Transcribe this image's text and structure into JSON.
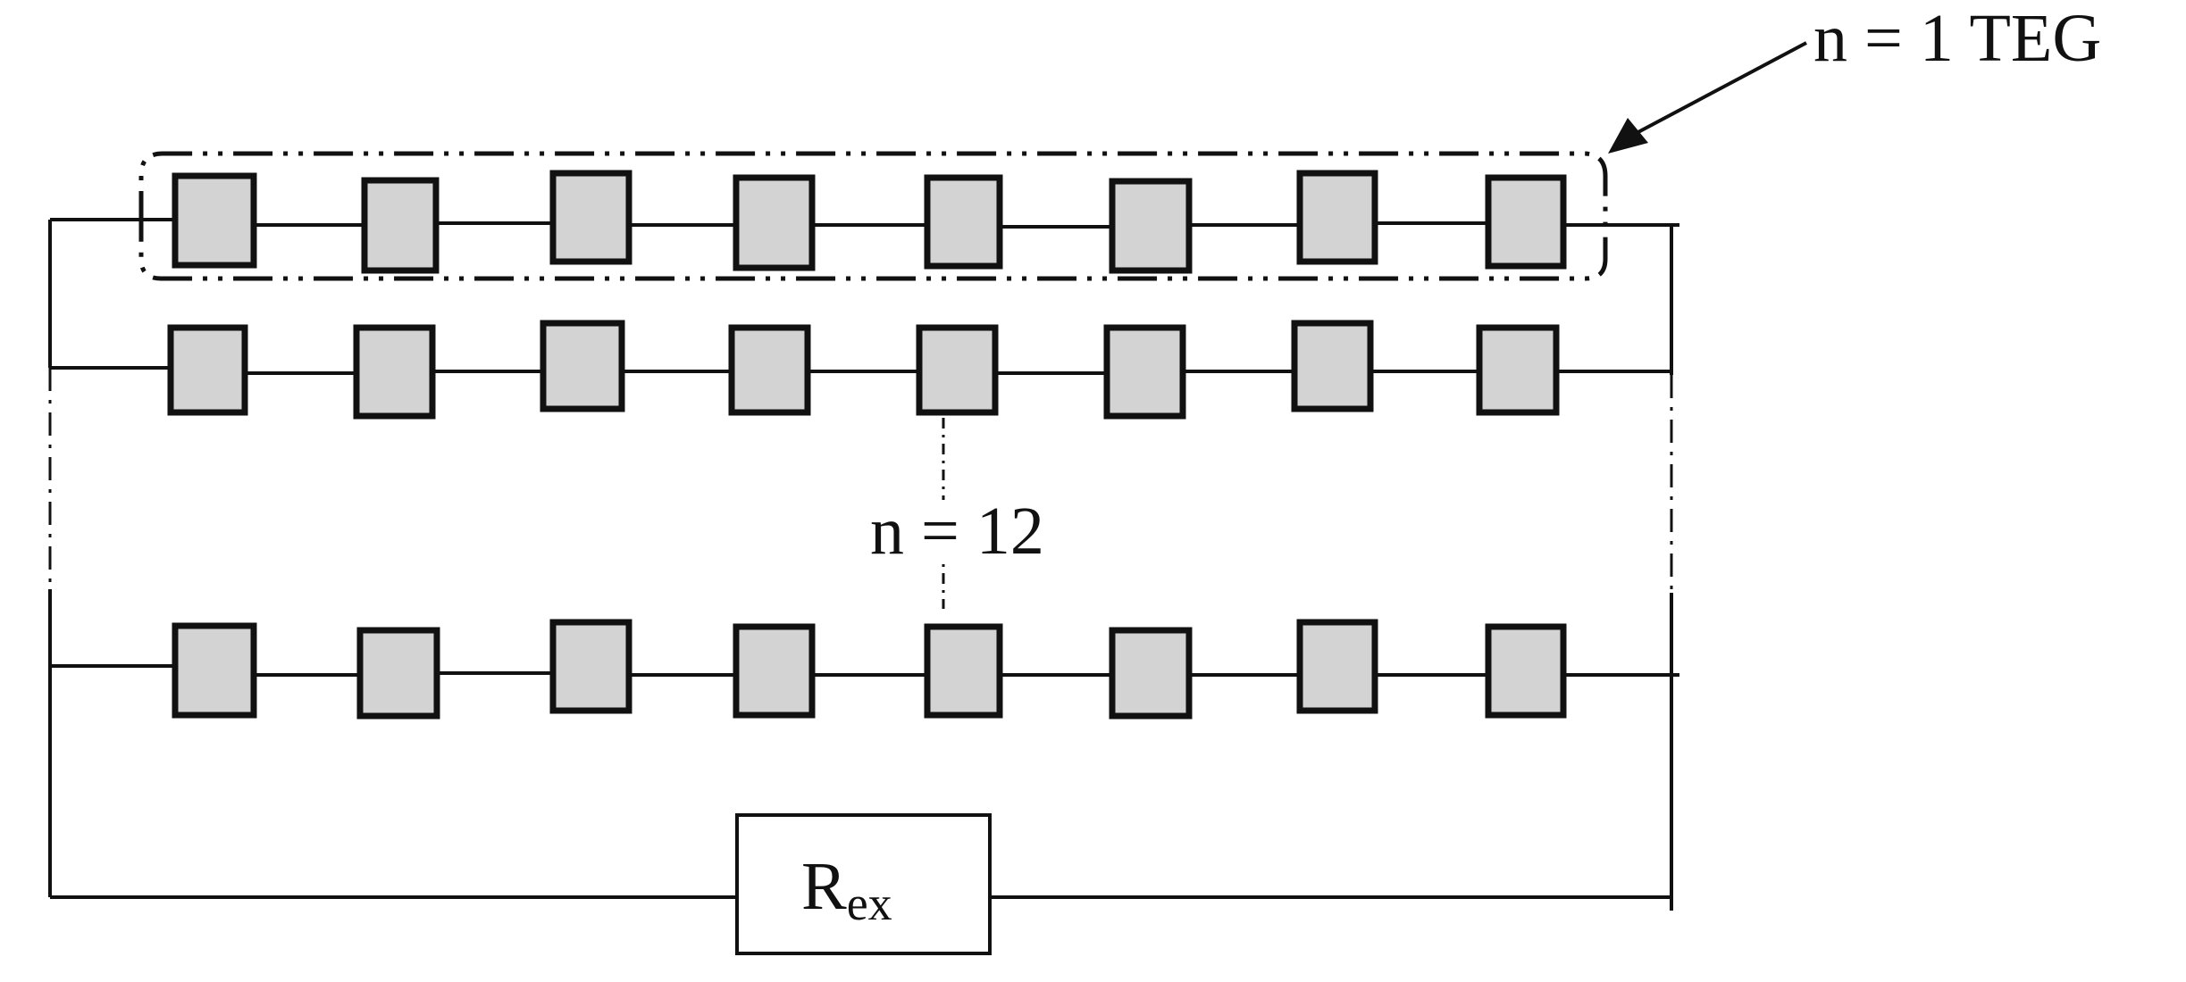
{
  "labels": {
    "teg_label": "n = 1 TEG",
    "rows_label": "n = 12",
    "resistor_main": "R",
    "resistor_sub": "ex"
  },
  "modules_per_row": 8,
  "visible_rows": 3,
  "colors": {
    "module_fill": "#d3d3d3",
    "stroke": "#111111",
    "background": "#ffffff"
  }
}
